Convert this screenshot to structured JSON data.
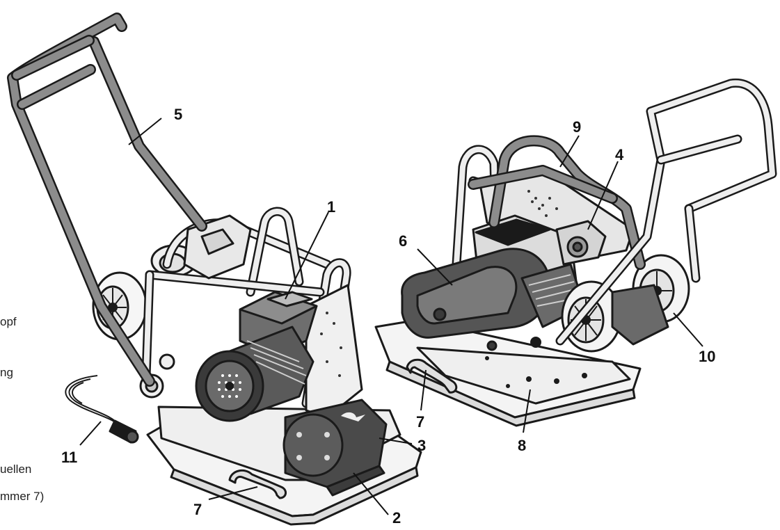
{
  "callouts": {
    "c1": "1",
    "c2": "2",
    "c3": "3",
    "c4": "4",
    "c5": "5",
    "c6": "6",
    "c7a": "7",
    "c7b": "7",
    "c8": "8",
    "c9": "9",
    "c10": "10",
    "c11": "11"
  },
  "side_text": {
    "line1": "opf",
    "line2": "ng",
    "line3": "uellen",
    "line4": "mmer 7)"
  }
}
